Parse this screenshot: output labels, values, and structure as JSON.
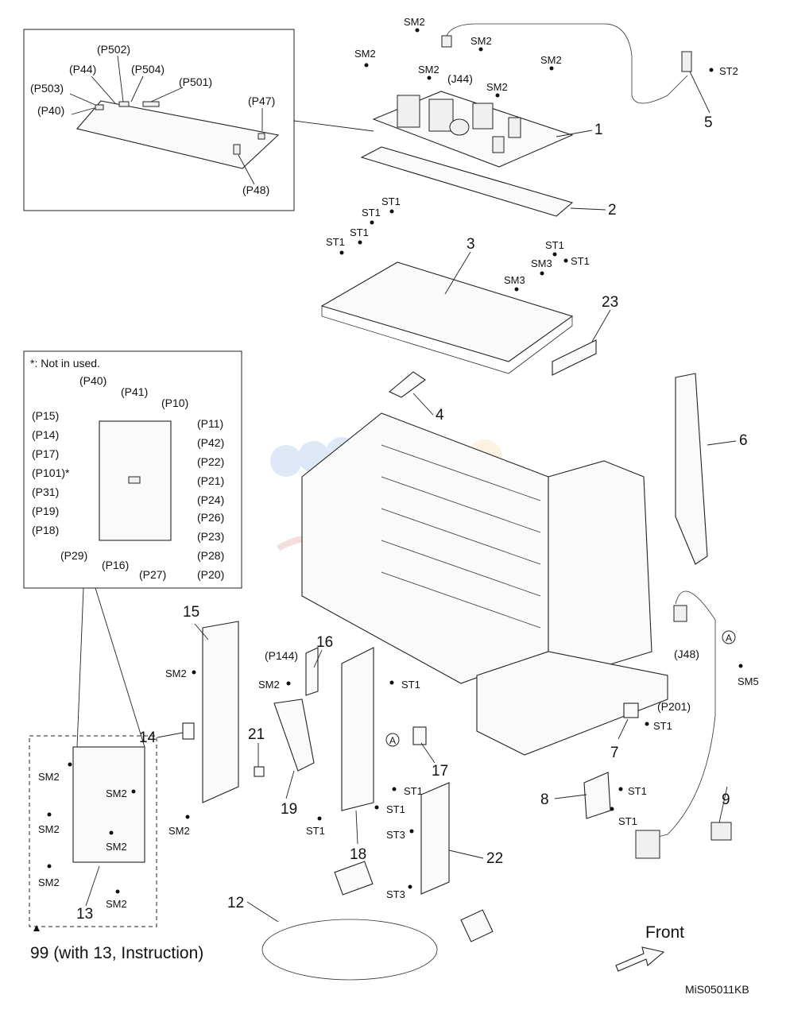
{
  "diagram": {
    "code": "MiS05011KB",
    "front_label": "Front",
    "note_unused": "*: Not in used.",
    "kit_label": "99 (with 13, Instruction)",
    "parts": [
      "1",
      "2",
      "3",
      "4",
      "5",
      "6",
      "7",
      "8",
      "9",
      "12",
      "13",
      "14",
      "15",
      "16",
      "17",
      "18",
      "19",
      "21",
      "22",
      "23"
    ],
    "screws": {
      "sm2": "SM2",
      "sm3": "SM3",
      "sm5": "SM5",
      "st1": "ST1",
      "st2": "ST2",
      "st3": "ST3"
    },
    "board_top_connectors": [
      "(P502)",
      "(P44)",
      "(P504)",
      "(P503)",
      "(P501)",
      "(P40)",
      "(P47)",
      "(P48)"
    ],
    "board_left_connectors": [
      "(P40)",
      "(P41)",
      "(P10)",
      "(P15)",
      "(P11)",
      "(P14)",
      "(P42)",
      "(P17)",
      "(P22)",
      "(P101)*",
      "(P21)",
      "(P31)",
      "(P24)",
      "(P19)",
      "(P26)",
      "(P18)",
      "(P23)",
      "(P29)",
      "(P28)",
      "(P16)",
      "(P27)",
      "(P20)"
    ],
    "misc_connectors": {
      "j44": "(J44)",
      "j48": "(J48)",
      "p144": "(P144)",
      "p201": "(P201)",
      "circle_a": "A"
    },
    "colors": {
      "line": "#222222",
      "fill": "#fafafa",
      "watermark": "#d07a7a"
    }
  }
}
